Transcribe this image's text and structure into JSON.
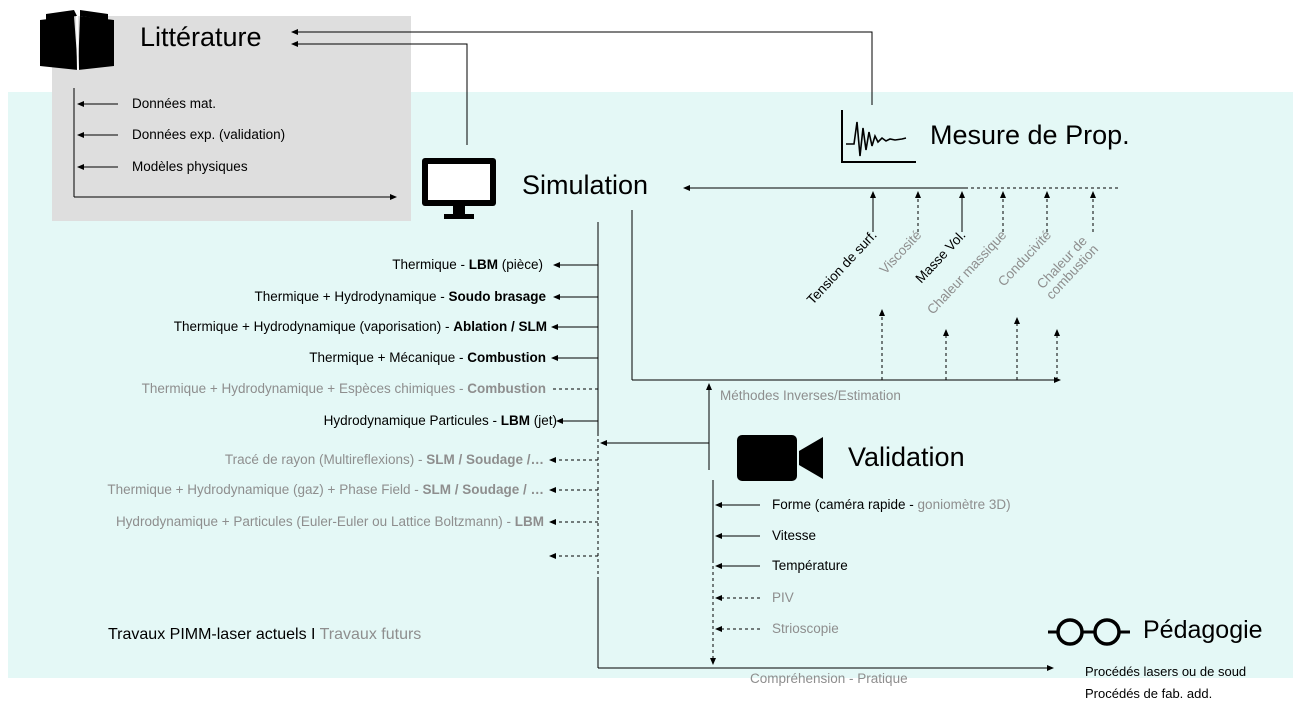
{
  "nodes": {
    "litterature": "Littérature",
    "simulation": "Simulation",
    "mesure": "Mesure de Prop.",
    "validation": "Validation",
    "pedagogie": "Pédagogie"
  },
  "litterature_items": [
    "Données mat.",
    "Données exp. (validation)",
    "Modèles physiques"
  ],
  "simulations_current": [
    {
      "pre": "Thermique - ",
      "bold": "LBM",
      "post": " (pièce)"
    },
    {
      "pre": "Thermique + Hydrodynamique - ",
      "bold": "Soudo brasage",
      "post": ""
    },
    {
      "pre": "Thermique + Hydrodynamique (vaporisation) - ",
      "bold": "Ablation / SLM",
      "post": ""
    },
    {
      "pre": "Thermique + Mécanique - ",
      "bold": "Combustion",
      "post": ""
    },
    {
      "pre": "Thermique + Hydrodynamique + Espèces chimiques - ",
      "bold": "Combustion",
      "post": ""
    },
    {
      "pre": "Hydrodynamique Particules - ",
      "bold": "LBM",
      "post": " (jet)"
    }
  ],
  "simulations_future": [
    {
      "pre": "Tracé de rayon (Multireflexions) - ",
      "bold": "SLM / Soudage /…",
      "post": ""
    },
    {
      "pre": "Thermique + Hydrodynamique (gaz) + Phase Field - ",
      "bold": "SLM / Soudage / …",
      "post": ""
    },
    {
      "pre": "Hydrodynamique + Particules (Euler-Euler ou Lattice Boltzmann) - ",
      "bold": "LBM",
      "post": ""
    }
  ],
  "properties": [
    "Tension de surf.",
    "Viscosité",
    "Masse Vol.",
    "Chaleur massique",
    "Conducivité",
    "Chaleur de combustion"
  ],
  "methodes": "Méthodes Inverses/Estimation",
  "validation_items": {
    "forme_pre": "Forme (caméra rapide - ",
    "forme_gray": "goniomètre 3D)",
    "vitesse": "Vitesse",
    "temperature": "Température",
    "piv": "PIV",
    "strioscopie": "Strioscopie"
  },
  "legend": {
    "current": "Travaux PIMM-laser actuels I ",
    "future": "Travaux futurs"
  },
  "comprehension": "Compréhension - Pratique",
  "pedagogie_items": [
    "Procédés lasers ou de soud",
    "Procédés de fab. add."
  ],
  "colors": {
    "teal_bg": "#e4f8f6",
    "grey_bg": "#dedede",
    "future_text": "#8e8e8e",
    "line": "#000000"
  }
}
